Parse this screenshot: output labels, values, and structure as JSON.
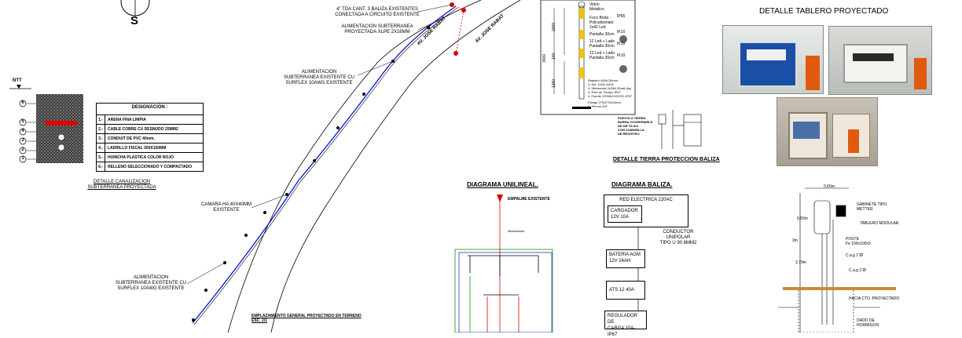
{
  "compass": {
    "letter": "S"
  },
  "ntt": {
    "label": "NTT"
  },
  "layers": {
    "numbers": [
      "6",
      "5",
      "4",
      "3",
      "2",
      "1"
    ]
  },
  "designation": {
    "title": "DESIGNACIÓN :",
    "rows": [
      {
        "num": "1.-",
        "text": "ARENA FINA LIMPIA"
      },
      {
        "num": "2.-",
        "text": "CABLE COBRE CU DESNUDO 25MM2"
      },
      {
        "num": "3.-",
        "text": "CONDUIT DE PVC 40mm."
      },
      {
        "num": "4.-",
        "text": "LADRILLO FISCAL 300X150MM"
      },
      {
        "num": "5.-",
        "text": "HUINCHA PLASTICA COLOR ROJO"
      },
      {
        "num": "6.-",
        "text": "RELLENO SELECCIONADO Y COMPACTADO"
      }
    ]
  },
  "canalizacion": {
    "line1": "DETALLE CANALIZACION",
    "line2": "SUBTERRANEA PROYECTADA"
  },
  "notes": {
    "baliza_line1": "4\" TDA CANT. 3 BALIZA EXISTENTES",
    "baliza_line2": "CONECTADA A CIRCUITO EXISTENTE",
    "alim_proj_line1": "ALIMENTACION SUBTERRANEA",
    "alim_proj_line2": "PROYECTADA XLPE 2X16MM",
    "alim_exist_top_1": "ALIMENTACION",
    "alim_exist_top_2": "SUBTERRANEA EXISTENTE CU",
    "alim_exist_top_3": "SURFLEX 10AWG EXISTENTE",
    "camara_1": "CAMARA HA 40X40MM",
    "camara_2": "EXISTENTE",
    "alim_exist_bot_1": "ALIMENTACION",
    "alim_exist_bot_2": "SUBTERRANEA EXISTENTE CU",
    "alim_exist_bot_3": "SURFLEX 10AWG EXISTENTE",
    "emplazamiento_1": "EMPLAZAMIENTO GENERAL PROYECTADO EN TERRENO",
    "emplazamiento_2": "ESC. 2/1",
    "street": "AV. JOSE RABAT"
  },
  "pole": {
    "dims": [
      "2000",
      "3400",
      "140",
      "1260"
    ],
    "spec_labels": [
      "Vidrio",
      "Metalico",
      "Foco Boda",
      "Policarbonato",
      "2x42 Led",
      "Pantalla 30cm",
      "12 Led + Lado",
      "Pantalla 30cm",
      "12 Led + Lado",
      "Pantalla 30cm"
    ],
    "ip": [
      "IP65",
      "IK10",
      "IK10",
      "IK10"
    ],
    "bottom_lines": [
      "Registro 400x130mm",
      "4. Aut. 2x2A-10KA",
      "4. Diferencial 2x25A-30mA-4kp",
      "4. Rele de Tiempo IP67",
      "4. Fuente 220VAC/12VDC-IP67",
      "Flange 270x270x10mm",
      "4. Pernos 3/4\""
    ]
  },
  "tierra": {
    "note_1": "PUESTA A TIERRA",
    "note_2": "BARRA COOPERWELD",
    "note_3": "DE 5/8\"X1.5m",
    "note_4": "CON CAMARILLA",
    "note_5": "DE REGISTRO",
    "title": "DETALLE TIERRA PROTECCION BALIZA"
  },
  "tablero": {
    "title": "DETALLE TABLERO PROYECTADO"
  },
  "unilineal": {
    "title": "DIAGRAMA UNILINEAL.",
    "feed_label": "EMPALME EXISTENTE",
    "note": "Alimentador"
  },
  "baliza_diag": {
    "title": "DIAGRAMA BALIZA.",
    "red": "RED ELECTRICA 220AC",
    "cargador_1": "CARGADOR",
    "cargador_2": "12V 10A",
    "conductor_1": "CONDUCTOR UNIPOLAR",
    "conductor_2": "TIPO U 90 6MM2",
    "bateria_1": "BATERIA AGM",
    "bateria_2": "12V 24AH",
    "ats": "ATS 12 40A",
    "regulador_1": "REGULADOR DE",
    "regulador_2": "CARGA 10A-IP67"
  },
  "post": {
    "top_dim": "0,60m",
    "gabinete_1": "GABINETE TIPO",
    "gabinete_2": "METTER",
    "tablero": "TABLERO MODULAR",
    "poste_1": "POSTE",
    "poste_2": "Fe 100x100x3",
    "cag1": "C.a.g 1\"Ø",
    "cag2": "C.a.g 1\"Ø",
    "hacia": "HACIA CTO. PROYECTADO",
    "dado_1": "DADO DE",
    "dado_2": "HORMIGON",
    "dims": [
      "0,50m",
      "3m",
      "2,70m"
    ]
  }
}
